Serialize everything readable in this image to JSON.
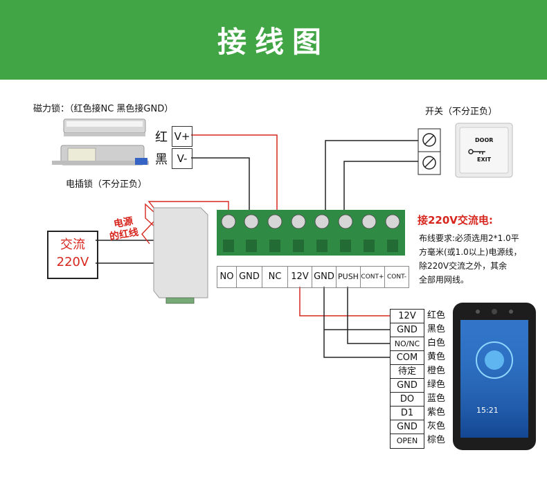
{
  "title": "接线图",
  "mag_lock_label": "磁力锁：（红色接NC  黑色接GND）",
  "bolt_lock_label": "电插锁（不分正负）",
  "lock_wires": [
    {
      "color_name": "红",
      "terminal": "V+"
    },
    {
      "color_name": "黑",
      "terminal": "V-"
    }
  ],
  "switch_label": "开关（不分正负）",
  "exit_button": {
    "line1": "DOOR",
    "line2": "EXIT"
  },
  "ac_box": {
    "line1": "交流",
    "line2": "220V"
  },
  "psu_wire_label": {
    "line1": "电源",
    "line2": "的红线"
  },
  "terminal_labels": [
    "NO",
    "GND",
    "NC",
    "12V",
    "GND",
    "PUSH",
    "CONT+",
    "CONT-"
  ],
  "ac_note": {
    "heading": "接220V交流电:",
    "lines": [
      "布线要求:必须选用2*1.0平",
      "方毫米(或1.0以上)电源线，",
      "除220V交流之外，其余",
      "全部用网线。"
    ]
  },
  "device_pins": [
    {
      "pin": "12V",
      "color": "红色"
    },
    {
      "pin": "GND",
      "color": "黑色"
    },
    {
      "pin": "NO/NC",
      "color": "白色"
    },
    {
      "pin": "COM",
      "color": "黄色"
    },
    {
      "pin": "待定",
      "color": "橙色"
    },
    {
      "pin": "GND",
      "color": "绿色"
    },
    {
      "pin": "DO",
      "color": "蓝色"
    },
    {
      "pin": "D1",
      "color": "紫色"
    },
    {
      "pin": "GND",
      "color": "灰色"
    },
    {
      "pin": "OPEN",
      "color": "棕色"
    }
  ],
  "device_screen": {
    "time": "15:21"
  },
  "colors": {
    "banner": "#41a545",
    "red_wire": "#d7261e",
    "terminal_green": "#2f8a43"
  }
}
